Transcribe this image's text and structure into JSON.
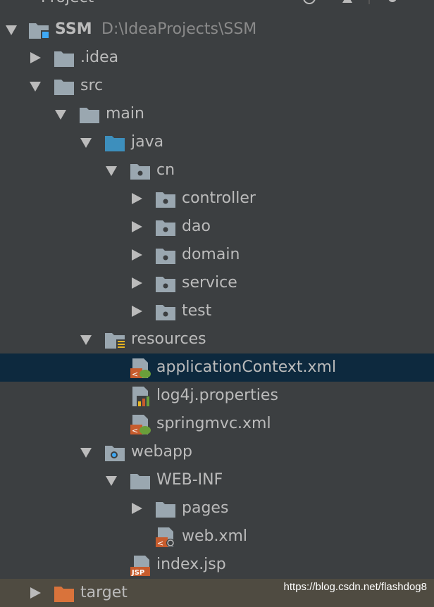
{
  "header": {
    "title": "Project"
  },
  "tree": {
    "root": {
      "name": "SSM",
      "path": "D:\\IdeaProjects\\SSM"
    },
    "idea": ".idea",
    "src": "src",
    "main": "main",
    "java": "java",
    "cn": "cn",
    "controller": "controller",
    "dao": "dao",
    "domain": "domain",
    "service": "service",
    "test": "test",
    "resources": "resources",
    "applicationContext": "applicationContext.xml",
    "log4j": "log4j.properties",
    "springmvc": "springmvc.xml",
    "webapp": "webapp",
    "webinf": "WEB-INF",
    "pages": "pages",
    "webxml": "web.xml",
    "indexjsp": "index.jsp",
    "target": "target"
  },
  "watermark": "https://blog.csdn.net/flashdog8",
  "colors": {
    "background": "#3c3f41",
    "selection": "#0d293e",
    "excluded": "#4f4b41",
    "text": "#bbbbbb",
    "folder": "#9aa7b0",
    "source_folder": "#3d8fbd",
    "excluded_folder": "#d9733b"
  }
}
